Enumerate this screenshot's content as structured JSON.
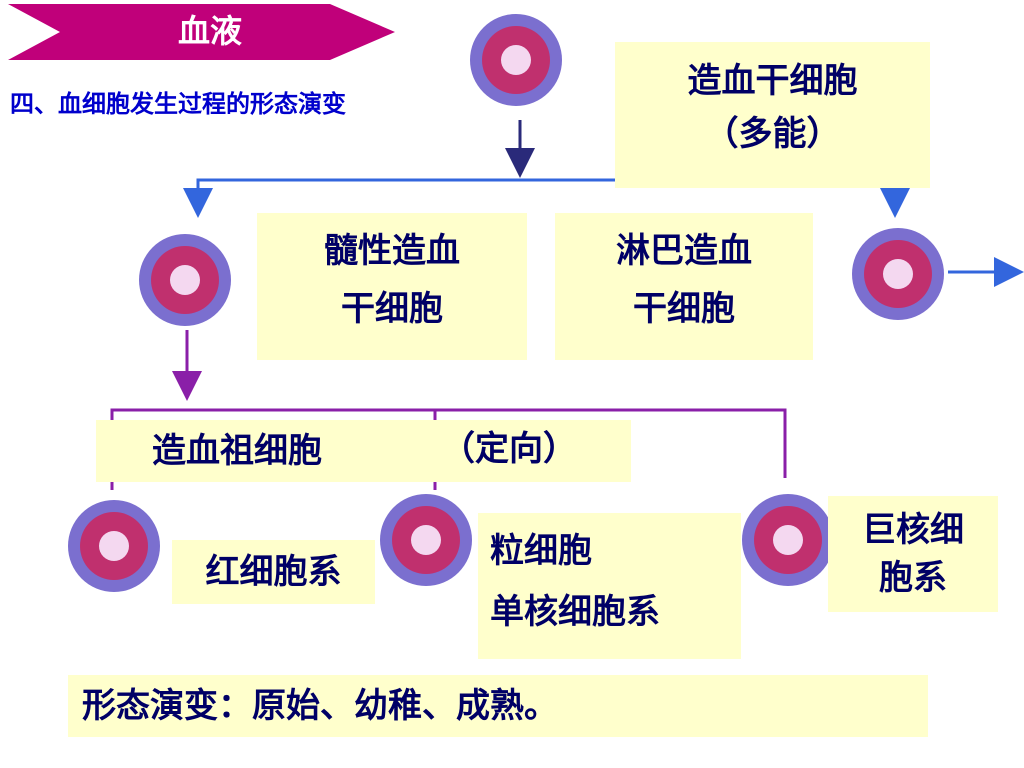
{
  "header": {
    "banner_label": "血液",
    "subtitle": "四、血细胞发生过程的形态演变"
  },
  "diagram": {
    "stem_cell": {
      "line1": "造血干细胞",
      "line2": "（多能）"
    },
    "myeloid_stem": {
      "line1": "髓性造血",
      "line2": "干细胞"
    },
    "lymphoid_stem": {
      "line1": "淋巴造血",
      "line2": "干细胞"
    },
    "progenitor": {
      "label": "造血祖细胞",
      "note": "（定向）"
    },
    "erythroid": {
      "label": "红细胞系"
    },
    "granulocyte": {
      "line1": "粒细胞",
      "line2": "单核细胞系"
    },
    "megakaryocyte": {
      "line1": "巨核细",
      "line2": "胞系"
    },
    "summary": "形态演变：原始、幼稚、成熟。"
  },
  "colors": {
    "banner": "#c0007a",
    "cell_outer": "#7b6fcf",
    "cell_middle": "#c0306e",
    "cell_nucleus": "#f4d8f0",
    "box_fill": "#ffffcc",
    "text_dark": "#000066",
    "blue_connector": "#3366dd",
    "purple_connector": "#8a1fa8",
    "subtitle": "#0000cc"
  },
  "icons": [
    "cell-icon",
    "arrow-right-icon",
    "arrow-down-icon"
  ]
}
